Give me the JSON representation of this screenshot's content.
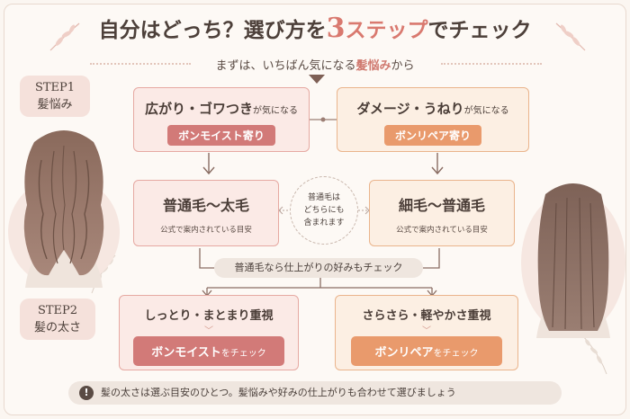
{
  "title": {
    "part1": "自分はどっち？選び方を",
    "part2": "3",
    "part3": "ステップ",
    "part4": "でチェック"
  },
  "subtitle": {
    "part1": "まずは、いちばん気になる",
    "part2": "髪悩み",
    "part3": "から"
  },
  "step1": {
    "label": "STEP1",
    "text": "髪悩み"
  },
  "step2": {
    "label": "STEP2",
    "text": "髪の太さ"
  },
  "concern_left": {
    "text": "広がり・ゴワつき",
    "suffix": "が気になる",
    "pill": "ボンモイスト寄り"
  },
  "concern_right": {
    "text": "ダメージ・うねり",
    "suffix": "が気になる",
    "pill": "ボンリペア寄り"
  },
  "thickness_left": {
    "text": "普通毛～太毛",
    "note": "公式で案内されている目安"
  },
  "thickness_right": {
    "text": "細毛～普通毛",
    "note": "公式で案内されている目安"
  },
  "center_note": {
    "line1": "普通毛は",
    "line2": "どちらにも",
    "line3": "含まれます"
  },
  "mid_bar": "普通毛なら仕上がりの好みもチェック",
  "finish_left": {
    "text": "しっとり・まとまり重視",
    "button": "ボンモイスト",
    "button_suffix": "をチェック"
  },
  "finish_right": {
    "text": "さらさら・軽やかさ重視",
    "button": "ボンリペア",
    "button_suffix": "をチェック"
  },
  "footer": "髪の太さは選ぶ目安のひとつ。髪悩みや好みの仕上がりも合わせて選びましょう",
  "icons": {
    "warning": "!"
  },
  "colors": {
    "pink": "#d27a78",
    "peach": "#e99a6c",
    "accent": "#d9796f"
  }
}
